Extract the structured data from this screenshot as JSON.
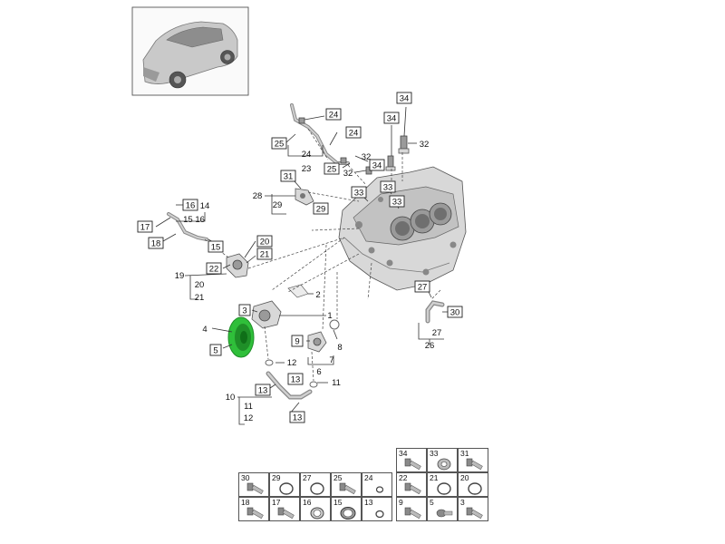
{
  "callouts": [
    {
      "label": "34",
      "boxed": true
    },
    {
      "label": "34",
      "boxed": true
    },
    {
      "label": "32",
      "boxed": false
    },
    {
      "label": "24",
      "boxed": true
    },
    {
      "label": "24",
      "boxed": true
    },
    {
      "label": "25",
      "boxed": true
    },
    {
      "label": "24",
      "boxed": false
    },
    {
      "label": "23",
      "boxed": false
    },
    {
      "label": "32",
      "boxed": false
    },
    {
      "label": "25",
      "boxed": true
    },
    {
      "label": "32",
      "boxed": false
    },
    {
      "label": "34",
      "boxed": true
    },
    {
      "label": "31",
      "boxed": true
    },
    {
      "label": "28",
      "boxed": false
    },
    {
      "label": "29",
      "boxed": false
    },
    {
      "label": "29",
      "boxed": true
    },
    {
      "label": "33",
      "boxed": true
    },
    {
      "label": "33",
      "boxed": true
    },
    {
      "label": "33",
      "boxed": true
    },
    {
      "label": "16",
      "boxed": true
    },
    {
      "label": "14",
      "boxed": false
    },
    {
      "label": "15 16",
      "boxed": false
    },
    {
      "label": "17",
      "boxed": true
    },
    {
      "label": "18",
      "boxed": true
    },
    {
      "label": "15",
      "boxed": true
    },
    {
      "label": "20",
      "boxed": true
    },
    {
      "label": "21",
      "boxed": true
    },
    {
      "label": "22",
      "boxed": true
    },
    {
      "label": "19",
      "boxed": false
    },
    {
      "label": "20",
      "boxed": false
    },
    {
      "label": "21",
      "boxed": false
    },
    {
      "label": "2",
      "boxed": false
    },
    {
      "label": "3",
      "boxed": true
    },
    {
      "label": "1",
      "boxed": false
    },
    {
      "label": "4",
      "boxed": false
    },
    {
      "label": "5",
      "boxed": true
    },
    {
      "label": "9",
      "boxed": true
    },
    {
      "label": "8",
      "boxed": false
    },
    {
      "label": "6",
      "boxed": false
    },
    {
      "label": "7",
      "boxed": false
    },
    {
      "label": "12",
      "boxed": false
    },
    {
      "label": "13",
      "boxed": true
    },
    {
      "label": "11",
      "boxed": false
    },
    {
      "label": "13",
      "boxed": true
    },
    {
      "label": "10",
      "boxed": false
    },
    {
      "label": "11",
      "boxed": false
    },
    {
      "label": "12",
      "boxed": false
    },
    {
      "label": "13",
      "boxed": true
    },
    {
      "label": "27",
      "boxed": true
    },
    {
      "label": "30",
      "boxed": true
    },
    {
      "label": "27",
      "boxed": false
    },
    {
      "label": "26",
      "boxed": false
    }
  ],
  "legend": [
    {
      "label": "34",
      "icon": "bolt"
    },
    {
      "label": "33",
      "icon": "washer"
    },
    {
      "label": "31",
      "icon": "bolt"
    },
    {
      "label": "30",
      "icon": "bolt"
    },
    {
      "label": "29",
      "icon": "o-ring"
    },
    {
      "label": "27",
      "icon": "o-ring"
    },
    {
      "label": "25",
      "icon": "bolt"
    },
    {
      "label": "24",
      "icon": "small-ring"
    },
    {
      "label": "22",
      "icon": "bolt"
    },
    {
      "label": "21",
      "icon": "o-ring"
    },
    {
      "label": "20",
      "icon": "o-ring"
    },
    {
      "label": "18",
      "icon": "bolt"
    },
    {
      "label": "17",
      "icon": "bolt"
    },
    {
      "label": "16",
      "icon": "clamp-ring"
    },
    {
      "label": "15",
      "icon": "hose-clamp"
    },
    {
      "label": "13",
      "icon": "small-ring"
    },
    {
      "label": "9",
      "icon": "bolt"
    },
    {
      "label": "5",
      "icon": "flange-bolt"
    },
    {
      "label": "3",
      "icon": "bolt"
    }
  ],
  "colors": {
    "highlight_part": "#2fbf3a",
    "highlight_part_dark": "#1f8f28"
  }
}
